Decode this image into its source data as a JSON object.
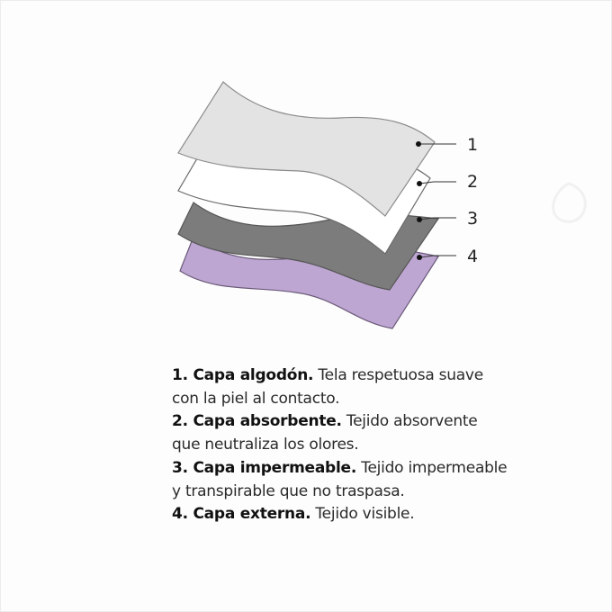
{
  "layers": [
    {
      "number": "1",
      "fill": "#e3e3e3",
      "stroke": "#8c8c8c"
    },
    {
      "number": "2",
      "fill": "#ffffff",
      "stroke": "#6b6b6b"
    },
    {
      "number": "3",
      "fill": "#7c7c7c",
      "stroke": "#555555"
    },
    {
      "number": "4",
      "fill": "#bea6d3",
      "stroke": "#6a5a78"
    }
  ],
  "legend": [
    {
      "title": "1. Capa algodón.",
      "text_line1": " Tela respetuosa suave",
      "text_line2": "con la piel al contacto."
    },
    {
      "title": "2. Capa absorbente.",
      "text_line1": " Tejido absorvente",
      "text_line2": "que neutraliza los olores."
    },
    {
      "title": "3. Capa impermeable.",
      "text_line1": " Tejido impermeable",
      "text_line2": "y transpirable que no traspasa."
    },
    {
      "title": "4. Capa externa.",
      "text_line1": " Tejido visible.",
      "text_line2": ""
    }
  ]
}
